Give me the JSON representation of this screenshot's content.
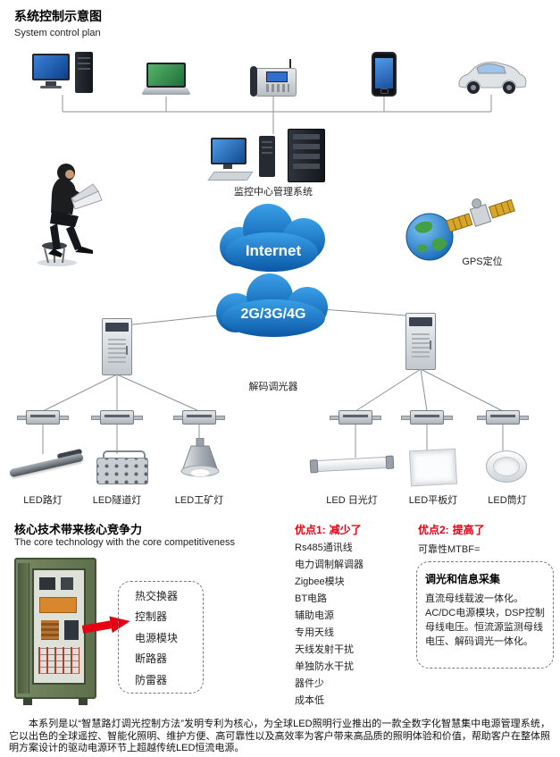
{
  "header": {
    "title_zh": "系统控制示意图",
    "title_en": "System control plan"
  },
  "labels": {
    "monitoring_center": "监控中心管理系统",
    "internet_cloud": "Internet",
    "cellular_cloud": "2G/3G/4G",
    "gps": "GPS定位",
    "decoder_dimmer": "解码调光器"
  },
  "led_lights": [
    "LED路灯",
    "LED隧道灯",
    "LED工矿灯",
    "LED 日光灯",
    "LED平板灯",
    "LED筒灯"
  ],
  "core": {
    "title_zh": "核心技术带来核心竞争力",
    "title_en": "The core technology with the core competitiveness",
    "cabinet_parts": [
      "热交换器",
      "控制器",
      "电源模块",
      "断路器",
      "防雷器"
    ],
    "adv1_label": "优点1:",
    "adv1_highlight": "减少了",
    "adv1_items": [
      "Rs485通讯线",
      "电力调制解调器",
      "Zigbee模块",
      "BT电路",
      "辅助电源",
      "专用天线",
      "天线发射干扰",
      "单独防水干扰",
      "器件少",
      "成本低"
    ],
    "adv2_label": "优点2:",
    "adv2_highlight": "提高了",
    "adv2_subtitle": "可靠性MTBF=",
    "adv2_box_title": "调光和信息采集",
    "adv2_box_text": "直流母线载波一体化。AC/DC电源模块，DSP控制母线电压。恒流源监测母线电压、解码调光一体化。"
  },
  "footer": {
    "paragraph": "本系列是以“智慧路灯调光控制方法”发明专利为核心，为全球LED照明行业推出的一款全数字化智慧集中电源管理系统，它以出色的全球遥控、智能化照明、维护方便、高可靠性以及高效率为客户带来高品质的照明体验和价值，帮助客户在整体照明方案设计的驱动电源环节上超越传统LED恒流电源。"
  },
  "icons": [
    "desktop-computer",
    "laptop",
    "fax-phone",
    "smartphone",
    "car",
    "operator-person",
    "monitor",
    "server-rack",
    "internet-cloud",
    "gps-globe",
    "satellite",
    "cellular-cloud",
    "control-cabinet",
    "decoder-dimmer-unit",
    "led-street-light",
    "led-tunnel-light",
    "led-highbay-light",
    "led-tube-light",
    "led-panel-light",
    "led-down-light",
    "green-power-cabinet",
    "red-arrow"
  ],
  "colors": {
    "cloud_blue": "#1878c8",
    "accent_red": "#e60012",
    "cabinet_green": "#66774f"
  }
}
